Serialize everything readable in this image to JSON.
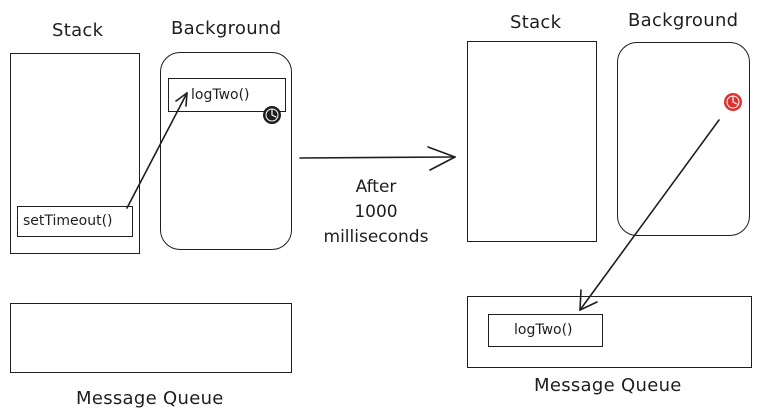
{
  "left_panel": {
    "stack_title": "Stack",
    "background_title": "Background",
    "stack_item": "setTimeout()",
    "background_item": "logTwo()",
    "queue_title": "Message Queue"
  },
  "transition": {
    "line1": "After",
    "line2": "1000",
    "line3": "milliseconds"
  },
  "right_panel": {
    "stack_title": "Stack",
    "background_title": "Background",
    "queue_item": "logTwo()",
    "queue_title": "Message Queue"
  },
  "colors": {
    "ink": "#1e1e1e",
    "timer_active": "#e03131"
  },
  "icons": {
    "left_timer": "timer-icon",
    "right_timer": "timer-icon"
  }
}
